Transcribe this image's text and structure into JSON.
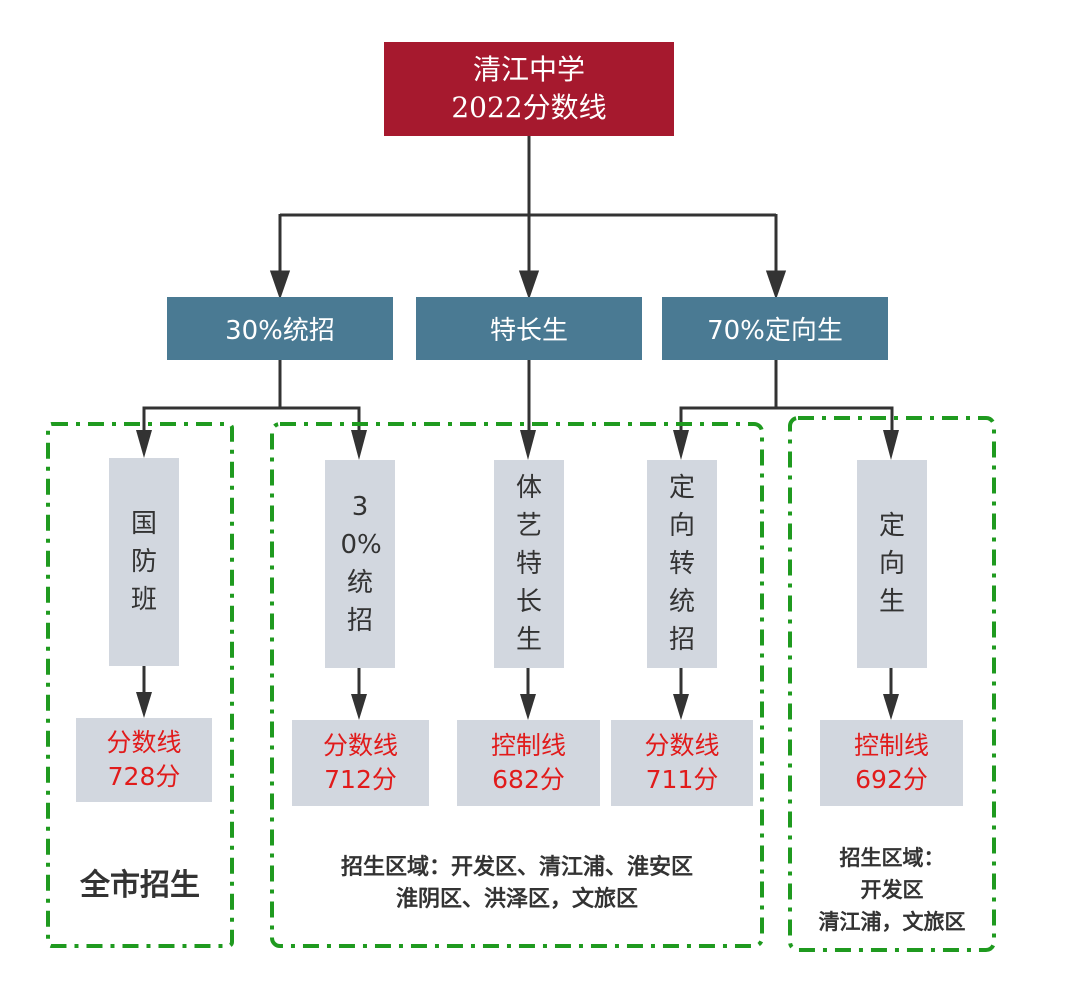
{
  "root": {
    "line1": "清江中学",
    "line2": "2022分数线"
  },
  "categories": [
    {
      "label": "30%统招"
    },
    {
      "label": "特长生"
    },
    {
      "label": "70%定向生"
    }
  ],
  "leaves": [
    {
      "label": "国防班",
      "score_type": "分数线",
      "score": "728分"
    },
    {
      "label": "30%统招",
      "score_type": "分数线",
      "score": "712分"
    },
    {
      "label": "体艺特长生",
      "score_type": "控制线",
      "score": "682分"
    },
    {
      "label": "定向转统招",
      "score_type": "分数线",
      "score": "711分"
    },
    {
      "label": "定向生",
      "score_type": "控制线",
      "score": "692分"
    }
  ],
  "regions": [
    {
      "text": "全市招生"
    },
    {
      "line1": "招生区域：开发区、清江浦、淮安区",
      "line2": "淮阴区、洪泽区，文旅区"
    },
    {
      "line1": "招生区域：",
      "line2": "开发区",
      "line3": "清江浦，文旅区"
    }
  ],
  "colors": {
    "root_bg": "#a6192e",
    "category_bg": "#4a7a93",
    "leaf_bg": "#d2d7df",
    "score_text": "#e11b1b",
    "group_border": "#1f9a1f",
    "connector": "#333333"
  }
}
